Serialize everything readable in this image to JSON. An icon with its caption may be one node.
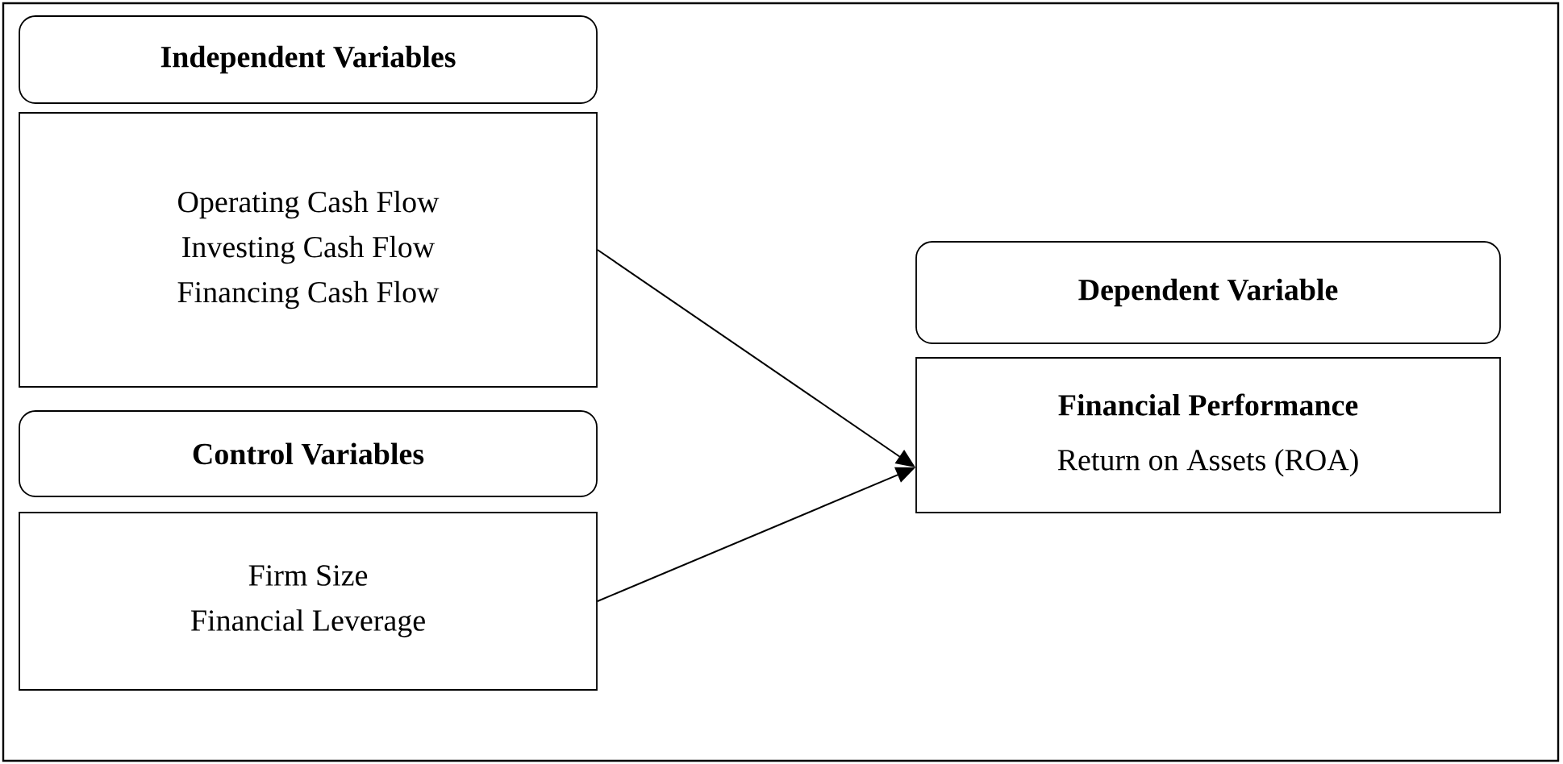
{
  "diagram": {
    "nodes": [
      {
        "text": [
          "Independent Variables"
        ]
      },
      {
        "text": [
          "Operating Cash Flow",
          "Investing Cash Flow",
          "Financing Cash Flow"
        ]
      },
      {
        "text": [
          "Control Variables"
        ]
      },
      {
        "text": [
          "Firm Size",
          "Financial Leverage"
        ]
      },
      {
        "text": [
          "Dependent Variable"
        ]
      },
      {
        "text": [
          "Financial Performance",
          "Return on Assets (ROA)"
        ]
      }
    ],
    "edges": [
      {
        "from": 1,
        "to": 5,
        "arrow": "to"
      },
      {
        "from": 3,
        "to": 5,
        "arrow": "to"
      }
    ]
  }
}
